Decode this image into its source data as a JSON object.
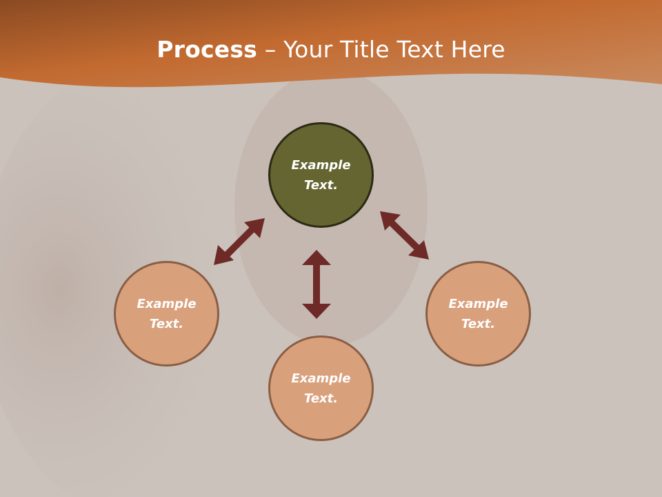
{
  "title": {
    "bold": "Process",
    "rest": " – Your Title Text Here"
  },
  "nodes": {
    "top": {
      "line1": "Example",
      "line2": "Text."
    },
    "left": {
      "line1": "Example",
      "line2": "Text."
    },
    "bottom": {
      "line1": "Example",
      "line2": "Text."
    },
    "right": {
      "line1": "Example",
      "line2": "Text."
    }
  },
  "colors": {
    "header": "#c26f3a",
    "background": "#cbc2bc",
    "center_node": "#646530",
    "outer_node": "#d9a07c",
    "arrow": "#6e2a26"
  }
}
